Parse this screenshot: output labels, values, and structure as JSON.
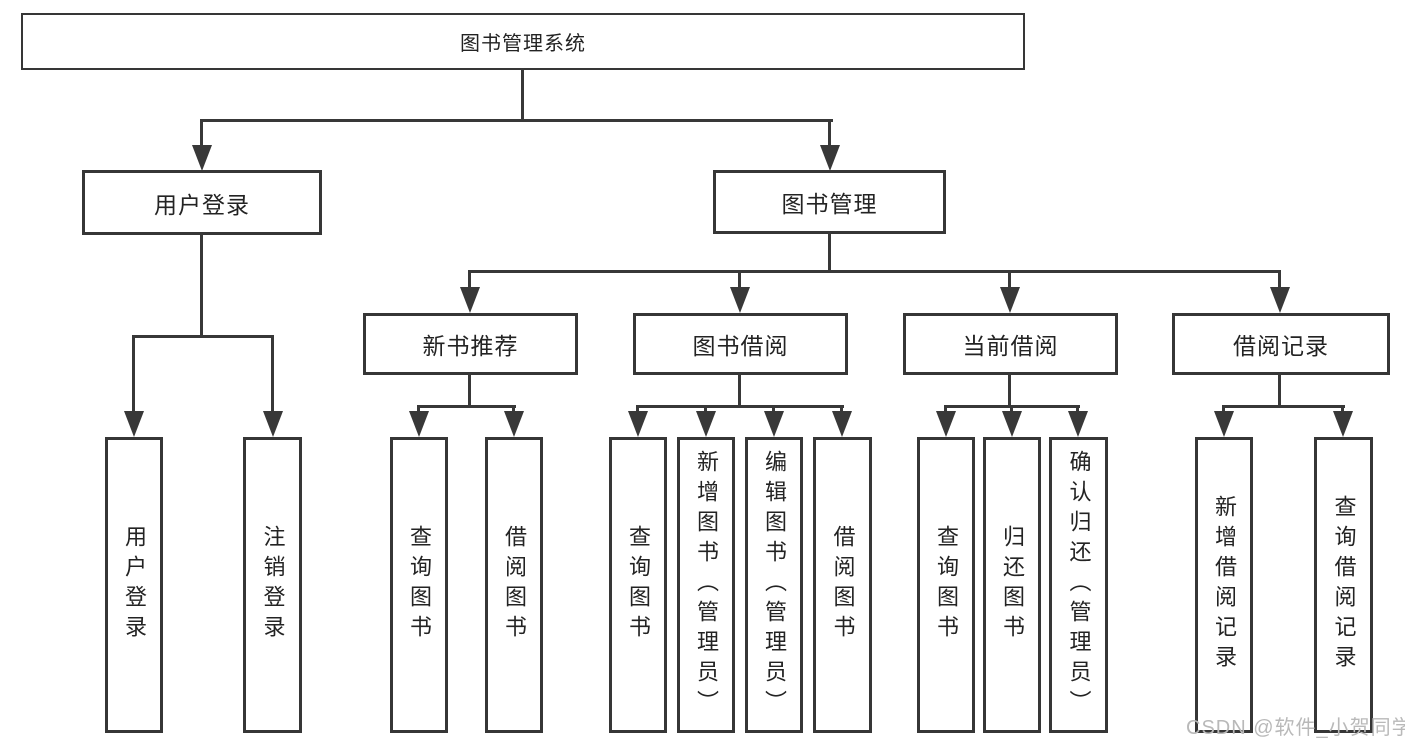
{
  "title": "图书管理系统",
  "nodes": {
    "user_login": {
      "label": "用户登录",
      "leaves": [
        "用户登录",
        "注销登录"
      ]
    },
    "book_mgmt": {
      "label": "图书管理"
    },
    "new_book": {
      "label": "新书推荐",
      "leaves": [
        "查询图书",
        "借阅图书"
      ]
    },
    "borrow": {
      "label": "图书借阅",
      "leaves": [
        "查询图书",
        "新增图书（管理员）",
        "编辑图书（管理员）",
        "借阅图书"
      ]
    },
    "current": {
      "label": "当前借阅",
      "leaves": [
        "查询图书",
        "归还图书",
        "确认归还（管理员）"
      ]
    },
    "records": {
      "label": "借阅记录",
      "leaves": [
        "新增借阅记录",
        "查询借阅记录"
      ]
    }
  },
  "watermark": "CSDN @软件_小贺同学",
  "colors": {
    "line": "#383838",
    "border": "#363636",
    "text": "#232323",
    "watermark": "#b9b9b9",
    "background": "#ffffff"
  }
}
